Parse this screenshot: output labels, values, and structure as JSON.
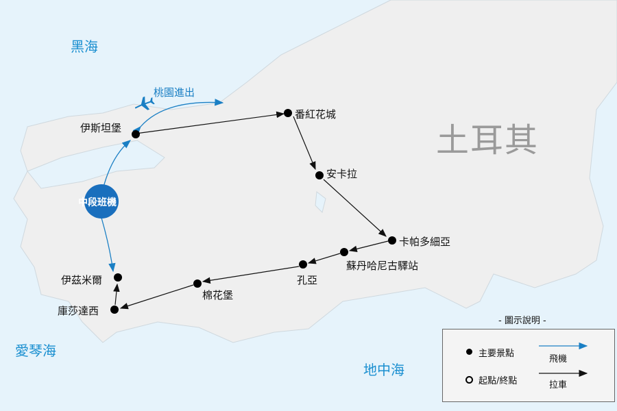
{
  "seas": {
    "black_sea": "黑海",
    "aegean_sea": "愛琴海",
    "mediterranean": "地中海"
  },
  "country": "土耳其",
  "cities": [
    {
      "name": "伊斯坦堡"
    },
    {
      "name": "番紅花城"
    },
    {
      "name": "安卡拉"
    },
    {
      "name": "卡帕多細亞"
    },
    {
      "name": "蘇丹哈尼古驛站"
    },
    {
      "name": "孔亞"
    },
    {
      "name": "棉花堡"
    },
    {
      "name": "庫莎達西"
    },
    {
      "name": "伊茲米爾"
    }
  ],
  "flight_labels": {
    "taoyuan": "桃園進出",
    "domestic": "中段班機"
  },
  "legend": {
    "title": "- 圖示說明 -",
    "main_spot": "主要景點",
    "start_end": "起點/終點",
    "flight": "飛機",
    "bus": "拉車"
  },
  "colors": {
    "sea": "#e6f3fb",
    "land": "#efefef",
    "flight": "#1a7fc4",
    "bus": "#111111"
  }
}
